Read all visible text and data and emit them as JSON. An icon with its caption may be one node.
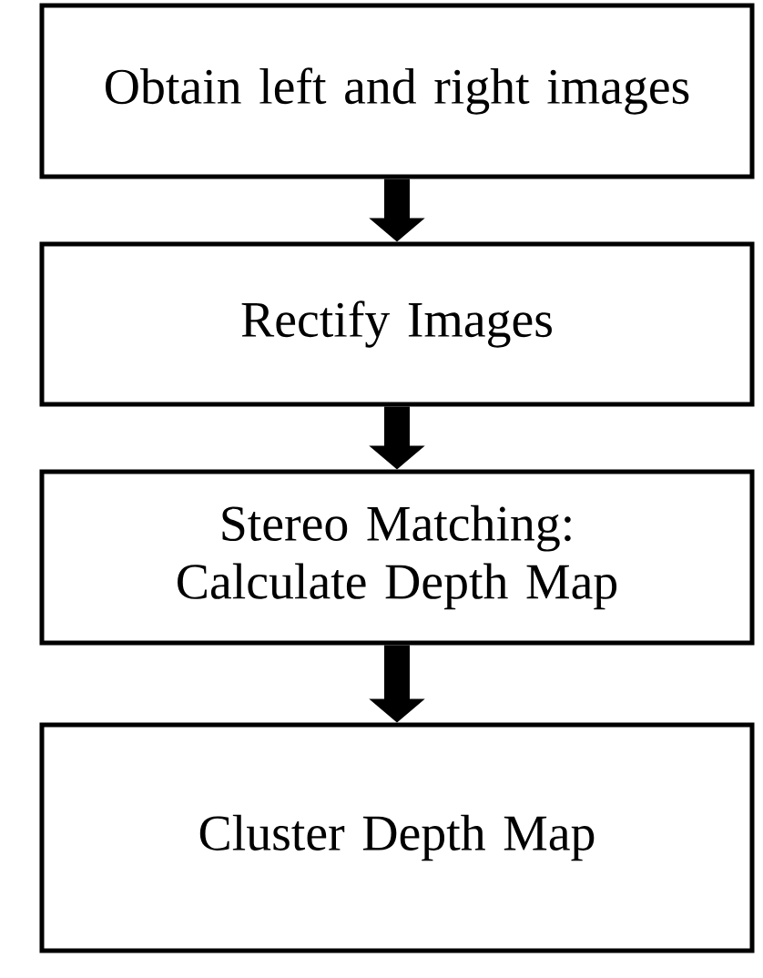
{
  "diagram": {
    "nodes": [
      {
        "text": [
          "Obtain left and right images"
        ]
      },
      {
        "text": [
          "Rectify Images"
        ]
      },
      {
        "text": [
          "Stereo Matching: Calculate Depth Map"
        ]
      },
      {
        "text": [
          "Cluster Depth Map"
        ]
      }
    ],
    "edges": [
      {
        "from": 0,
        "to": 1,
        "arrow": "to"
      },
      {
        "from": 1,
        "to": 2,
        "arrow": "to"
      },
      {
        "from": 2,
        "to": 3,
        "arrow": "to"
      }
    ]
  }
}
